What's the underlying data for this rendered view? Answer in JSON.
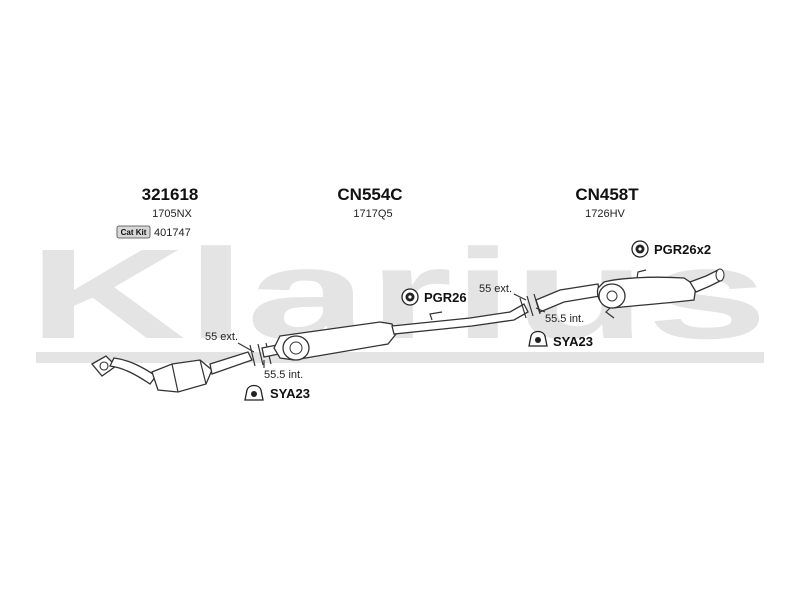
{
  "watermark": {
    "text": "Klarius"
  },
  "parts": [
    {
      "code": "321618",
      "ref": "1705NX"
    },
    {
      "code": "CN554C",
      "ref": "1717Q5"
    },
    {
      "code": "CN458T",
      "ref": "1726HV"
    }
  ],
  "cat_kit": {
    "label": "Cat Kit",
    "number": "401747"
  },
  "hardware": [
    {
      "label": "PGR26",
      "icon": "rubber-mount-icon"
    },
    {
      "label": "PGR26x2",
      "icon": "rubber-mount-icon"
    },
    {
      "label": "SYA23",
      "icon": "clamp-icon"
    },
    {
      "label": "SYA23",
      "icon": "clamp-icon"
    }
  ],
  "dimensions": [
    {
      "ext": "55 ext.",
      "int": "55.5 int."
    },
    {
      "ext": "55 ext.",
      "int": "55.5 int."
    }
  ]
}
